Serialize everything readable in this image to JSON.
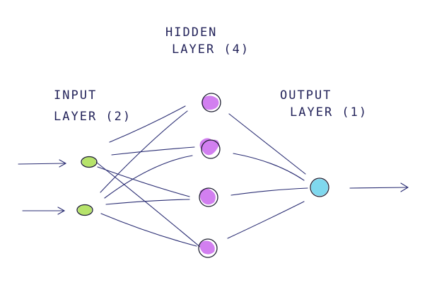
{
  "labels": {
    "hidden_line1": "HIDDEN",
    "hidden_line2": "LAYER (4)",
    "input_line1": "INPUT",
    "input_line2": "LAYER (2)",
    "output_line1": "OUTPUT",
    "output_line2": "LAYER (1)"
  },
  "layers": {
    "input": {
      "count": 2,
      "fill": "#b6e36a"
    },
    "hidden": {
      "count": 4,
      "fill": "#d27ff0"
    },
    "output": {
      "count": 1,
      "fill": "#7fd8ee"
    }
  },
  "colors": {
    "ink": "#23235a",
    "line": "#2a2d73"
  }
}
